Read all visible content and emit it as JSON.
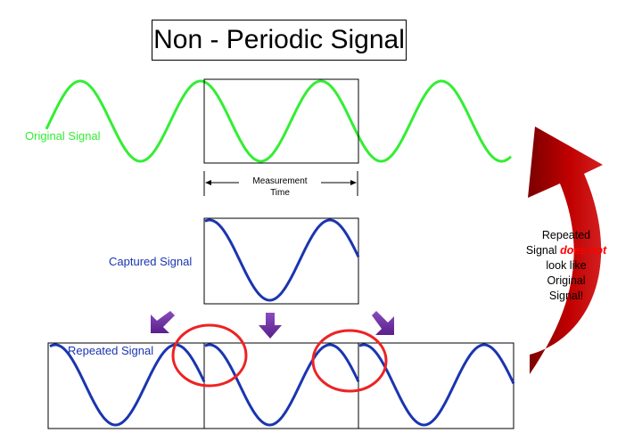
{
  "title": "Non - Periodic Signal",
  "labels": {
    "original": "Original Signal",
    "captured": "Captured Signal",
    "repeated": "Repeated Signal",
    "measurement_line1": "Measurement",
    "measurement_line2": "Time"
  },
  "note": {
    "line1": "Repeated",
    "line2_prefix": "Signal ",
    "line2_emph": "does not",
    "line3": "look like",
    "line4": "Original",
    "line5": "Signal!"
  },
  "colors": {
    "original_signal": "#33ee33",
    "captured_signal": "#1a35b0",
    "circle": "#ee2222",
    "down_arrows": "#7030a0",
    "curved_arrow": "#c00000",
    "emphasis": "#ff0000"
  },
  "icons": {
    "arrows": [
      "down-left-arrow-icon",
      "down-arrow-icon",
      "down-right-arrow-icon"
    ],
    "return_arrow": "curved-return-arrow-icon"
  }
}
